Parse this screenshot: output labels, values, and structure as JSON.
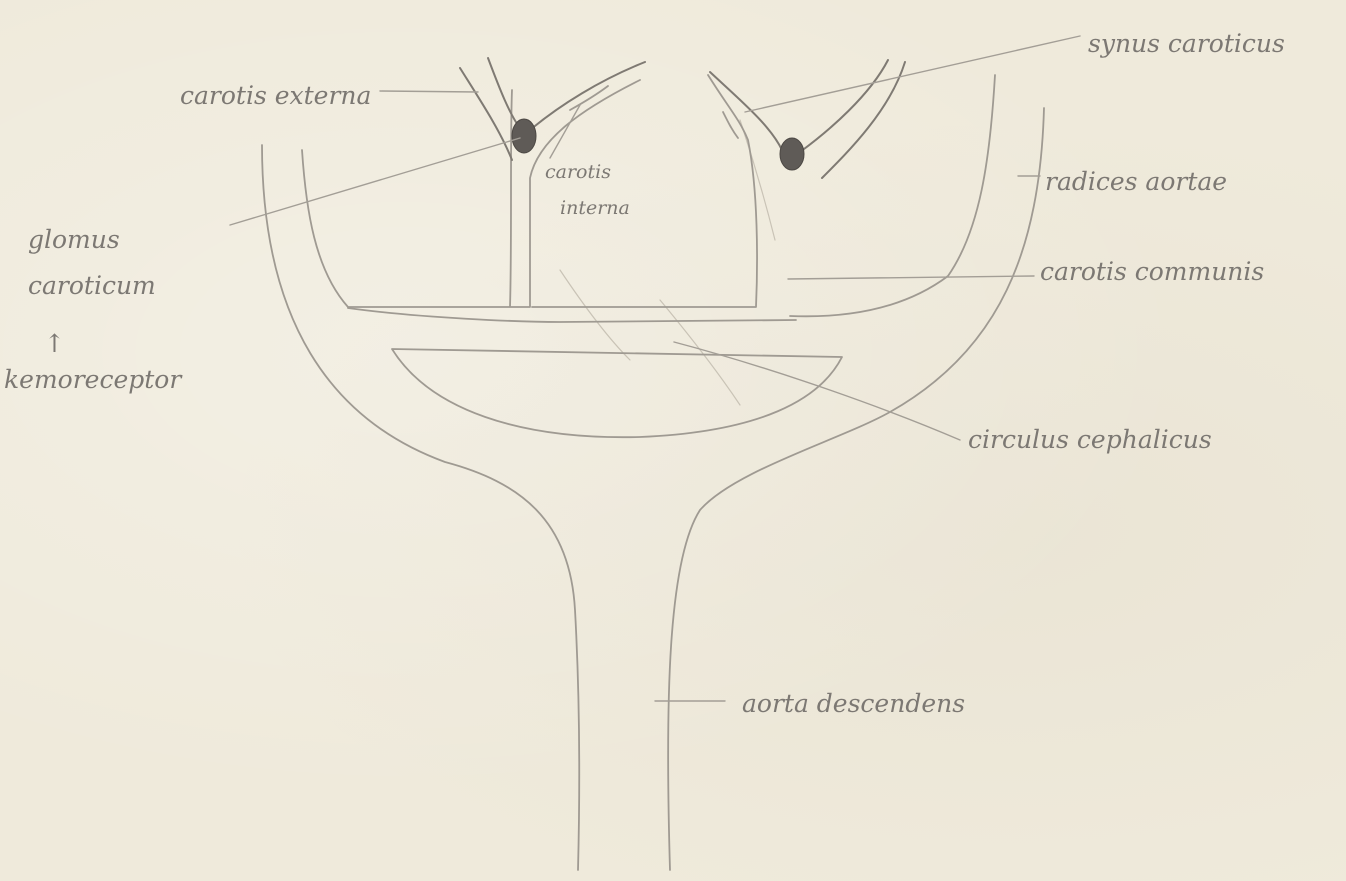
{
  "diagram": {
    "labels": {
      "carotis_externa": "carotis externa",
      "carotis_interna_line1": "carotis",
      "carotis_interna_line2": "interna",
      "synus_caroticus": "synus caroticus",
      "glomus_line1": "glomus",
      "glomus_line2": "caroticum",
      "arrow": "↑",
      "kemoreceptor": "kemoreceptor",
      "radices_aortae": "radices aortae",
      "carotis_communis": "carotis communis",
      "circulus_cephalicus": "circulus cephalicus",
      "aorta_descendens": "aorta descendens"
    }
  }
}
